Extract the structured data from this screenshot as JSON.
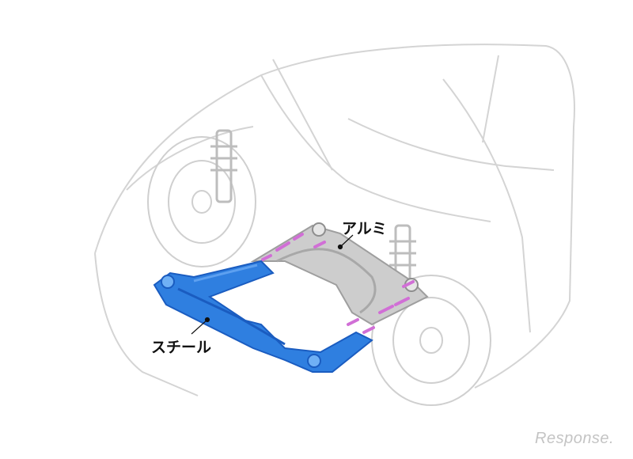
{
  "diagram": {
    "labels": {
      "aluminum": "アルミ",
      "steel": "スチール"
    },
    "watermark": "Response."
  },
  "colors": {
    "steel_frame": "#2f7fe0",
    "steel_shadow": "#1a5cc0",
    "aluminum_frame": "#c9c9c9",
    "weld_marks": "#d16fd6",
    "car_outline": "#cfcfcf"
  }
}
